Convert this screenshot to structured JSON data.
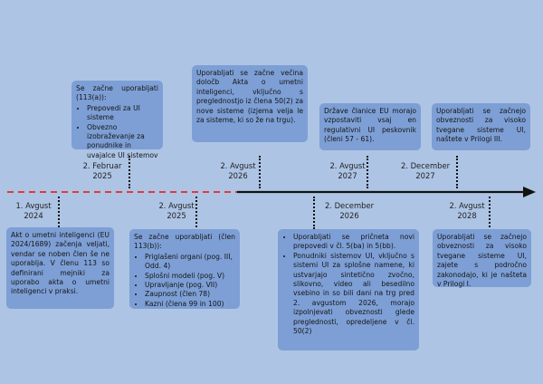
{
  "colors": {
    "background": "#adc4e4",
    "box": "#7d9fd5",
    "past_line": "#e03a3a",
    "future_line": "#111111"
  },
  "milestones_top": [
    {
      "date_line1": "2. Februar",
      "date_line2": "2025",
      "intro": "Se začne uporabljati (113(a)):",
      "bullets": [
        "Prepovedi za UI sisteme",
        "Obvezno izobraževanje za ponudnike in uvajalce UI sistemov"
      ]
    },
    {
      "date_line1": "2. Avgust",
      "date_line2": "2026",
      "text": "Uporabljati se začne večina določb Akta o umetni inteligenci, vključno s preglednostjo iz člena 50(2) za nove sisteme (izjema velja le za sisteme, ki so že na trgu)."
    },
    {
      "date_line1": "2. Avgust",
      "date_line2": "2027",
      "text": "Države članice EU morajo vzpostaviti vsaj en regulativni UI peskovnik (členi 57 - 61)."
    },
    {
      "date_line1": "2. December",
      "date_line2": "2027",
      "text": "Uporabljati se začnejo obveznosti za visoko tvegane sisteme UI, naštete v Prilogi III."
    }
  ],
  "milestones_bottom": [
    {
      "date_line1": "1. Avgust",
      "date_line2": "2024",
      "text": "Akt o umetni inteligenci (EU 2024/1689) začenja veljati, vendar se noben člen še ne uporablja. V členu 113 so definirani mejniki za uporabo akta o umetni inteligenci v praksi."
    },
    {
      "date_line1": "2. Avgust",
      "date_line2": "2025",
      "intro": "Se začne uporabljati (člen 113(b)):",
      "bullets": [
        "Priglašeni organi (pog. III, Odd. 4)",
        "Splošni modeli (pog. V)",
        "Upravljanje (pog. VII)",
        "Zaupnost (člen 78)",
        "Kazni (člena 99 in 100)"
      ]
    },
    {
      "date_line1": "2. December",
      "date_line2": "2026",
      "bullets": [
        "Uporabljati se pričneta novi prepovedi v čl. 5(ba) in 5(bb).",
        "Ponudniki sistemov UI, vključno s sistemi UI za splošne namene, ki ustvarjajo sintetično zvočno, slikovno, video ali besedilno vsebino in so bili dani na trg pred 2. avgustom 2026, morajo izpolnjevati obveznosti glede preglednosti, opredeljene v čl. 50(2)"
      ]
    },
    {
      "date_line1": "2. Avgust",
      "date_line2": "2028",
      "text": "Uporabljati se začnejo obveznosti za visoko tvegane sisteme UI, zajete s področno zakonodajo, ki je našteta v Prilogi I."
    }
  ]
}
